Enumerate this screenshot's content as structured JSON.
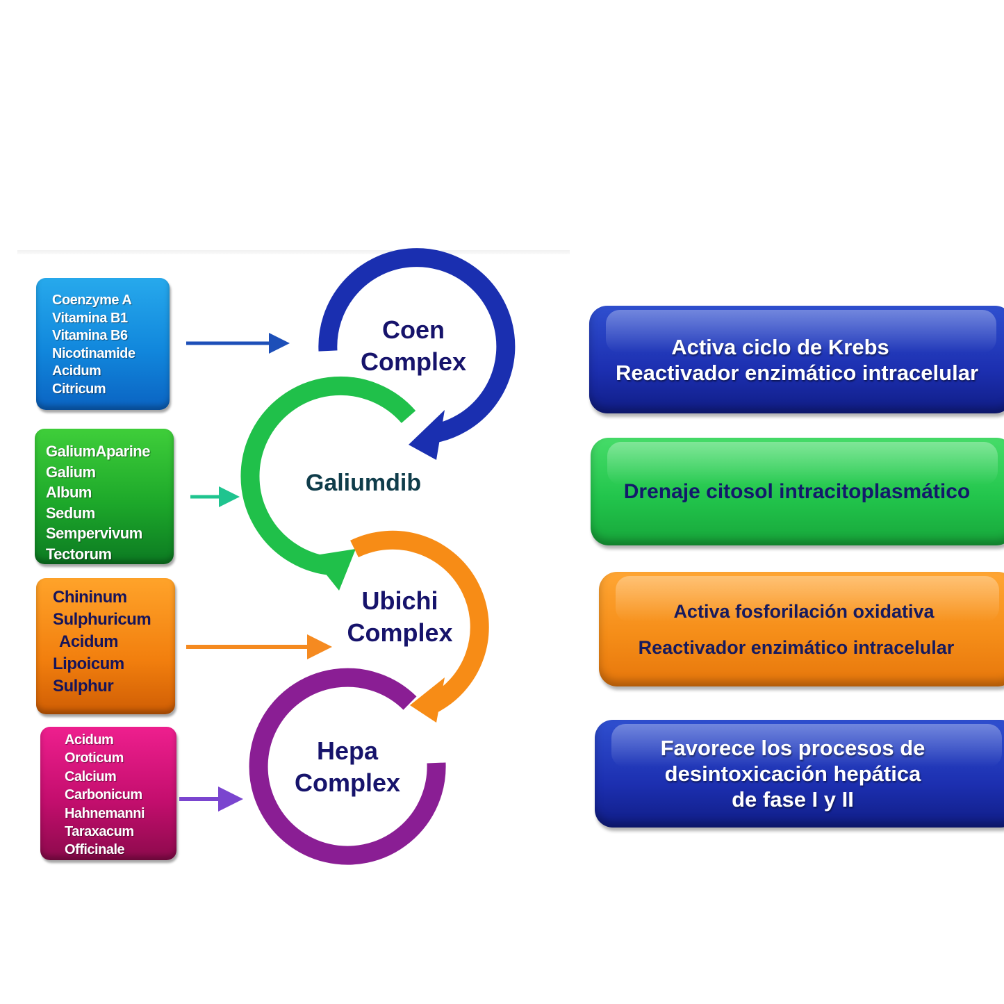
{
  "colors": {
    "blue": "#1a2fb0",
    "green": "#20c04a",
    "orange": "#f78c16",
    "purple": "#8a1e94",
    "arrow_blue": "#1d4fb8",
    "arrow_teal": "#1fc48f",
    "arrow_orange": "#f58a20",
    "arrow_violet": "#7a45cf"
  },
  "ingredients": [
    {
      "color": "blue",
      "lines": [
        "Coenzyme A",
        "Vitamina B1",
        "Vitamina B6",
        "Nicotinamide",
        "Acidum",
        "Citricum"
      ]
    },
    {
      "color": "green",
      "lines": [
        "GaliumAparine",
        "Galium",
        "Album",
        "Sedum",
        "Sempervivum",
        "Tectorum"
      ]
    },
    {
      "color": "orange",
      "lines": [
        "Chininum",
        "Sulphuricum",
        "Acidum",
        "Lipoicum",
        "Sulphur"
      ]
    },
    {
      "color": "pink",
      "lines": [
        "Acidum",
        "Oroticum",
        "Calcium",
        "Carbonicum",
        "Hahnemanni",
        "Taraxacum",
        "Officinale"
      ]
    }
  ],
  "cycle": [
    {
      "lines": [
        "Coen",
        "Complex"
      ]
    },
    {
      "lines": [
        "Galiumdib"
      ]
    },
    {
      "lines": [
        "Ubichi",
        "Complex"
      ]
    },
    {
      "lines": [
        "Hepa",
        "Complex"
      ]
    }
  ],
  "effects": [
    {
      "lines": [
        "Activa ciclo de Krebs",
        "Reactivador enzimático intracelular"
      ]
    },
    {
      "lines": [
        "Drenaje citosol intracitoplasmático"
      ]
    },
    {
      "lines": [
        "Activa fosforilación oxidativa",
        "Reactivador enzimático intracelular"
      ]
    },
    {
      "lines": [
        "Favorece los procesos de",
        "desintoxicación hepática",
        "de fase I y II"
      ]
    }
  ]
}
